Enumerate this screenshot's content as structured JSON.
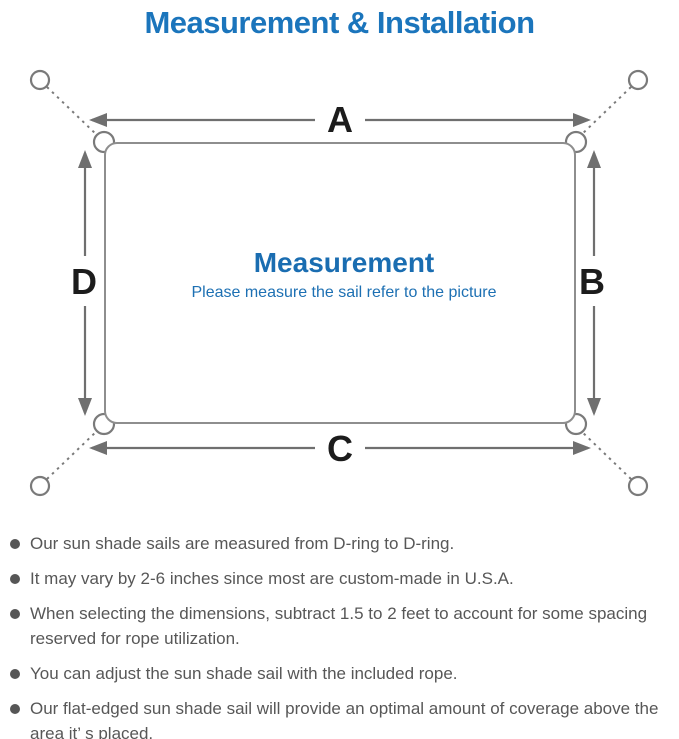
{
  "title": "Measurement & Installation",
  "colors": {
    "title_blue": "#1b75bc",
    "center_blue": "#1a6db1",
    "line_gray": "#7a7a7a",
    "rect_gray": "#8e8e8e",
    "label_black": "#1c1c1c",
    "note_gray": "#575757"
  },
  "diagram": {
    "labels": {
      "top": "A",
      "right": "B",
      "bottom": "C",
      "left": "D"
    },
    "center_title": "Measurement",
    "center_subtitle": "Please measure the sail refer to the picture"
  },
  "notes": [
    "Our sun shade sails are measured from D-ring to D-ring.",
    "It may vary by 2-6 inches since most are custom-made in U.S.A.",
    "When selecting the dimensions, subtract 1.5 to 2 feet to account for some spacing reserved for rope utilization.",
    "You can adjust the sun shade sail with the included rope.",
    "Our flat-edged sun shade sail will provide an optimal amount of coverage above the area it’ s placed."
  ]
}
